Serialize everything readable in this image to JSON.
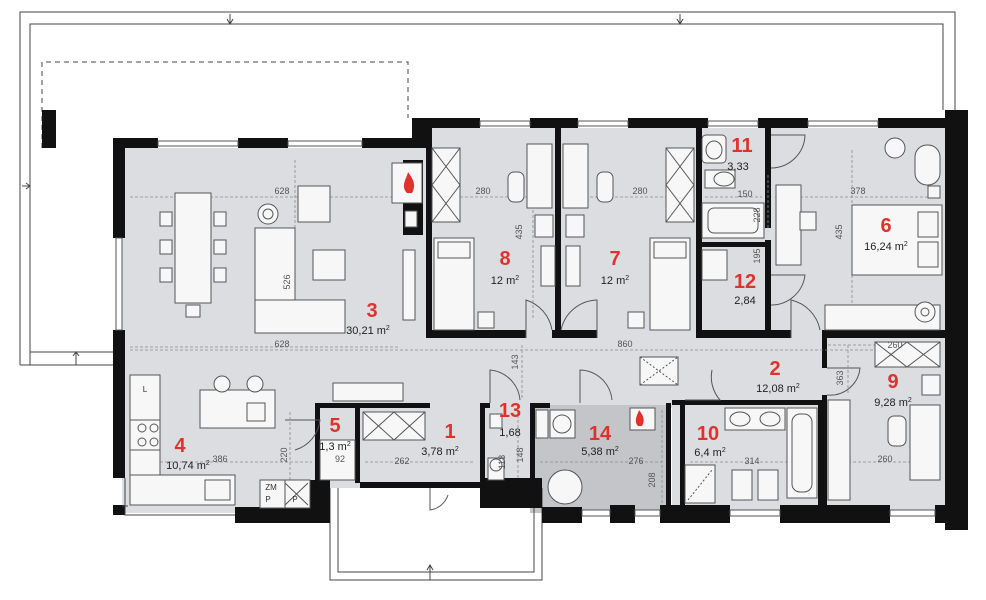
{
  "colors": {
    "room_number": "#e0322d",
    "wall": "#111111",
    "floor": "#dcdde0",
    "bathroom_floor": "#c4c5c8",
    "terrace_line": "#444444",
    "furniture_fill": "#f7f7f7",
    "furniture_stroke": "#555555",
    "dim_line": "#8a8a8a"
  },
  "rooms": [
    {
      "number": "1",
      "area": "3,78"
    },
    {
      "number": "2",
      "area": "12,08"
    },
    {
      "number": "3",
      "area": "30,21"
    },
    {
      "number": "4",
      "area": "10,74"
    },
    {
      "number": "5",
      "area": "1,3"
    },
    {
      "number": "6",
      "area": "16,24"
    },
    {
      "number": "7",
      "area": "12"
    },
    {
      "number": "8",
      "area": "12"
    },
    {
      "number": "9",
      "area": "9,28"
    },
    {
      "number": "10",
      "area": "6,4"
    },
    {
      "number": "11",
      "area": "3,33"
    },
    {
      "number": "12",
      "area": "2,84"
    },
    {
      "number": "13",
      "area": "1,68"
    },
    {
      "number": "14",
      "area": "5,38"
    }
  ],
  "unit": "m",
  "unit_sup": "2",
  "dimensions": {
    "living_top": "628",
    "living_bottom": "628",
    "living_height": "526",
    "room8_width": "280",
    "room8_height": "435",
    "room7_width": "280",
    "bath11_width": "150",
    "bath11_height": "228",
    "room12_height": "195",
    "room6_width": "378",
    "room6_height": "435",
    "hall_width": "860",
    "hall_height": "143",
    "room2_height": "363",
    "room9_top": "260",
    "room9_bottom": "260",
    "kitchen_width": "386",
    "kitchen_height": "220",
    "room5_width": "92",
    "room1_width": "262",
    "room13_width": "118",
    "room13_height": "148",
    "room14_width": "276",
    "room14_height": "208",
    "room10_width": "314"
  },
  "labels": {
    "fridge": "L",
    "boiler": "ZM",
    "p1": "P",
    "p2": "P"
  }
}
